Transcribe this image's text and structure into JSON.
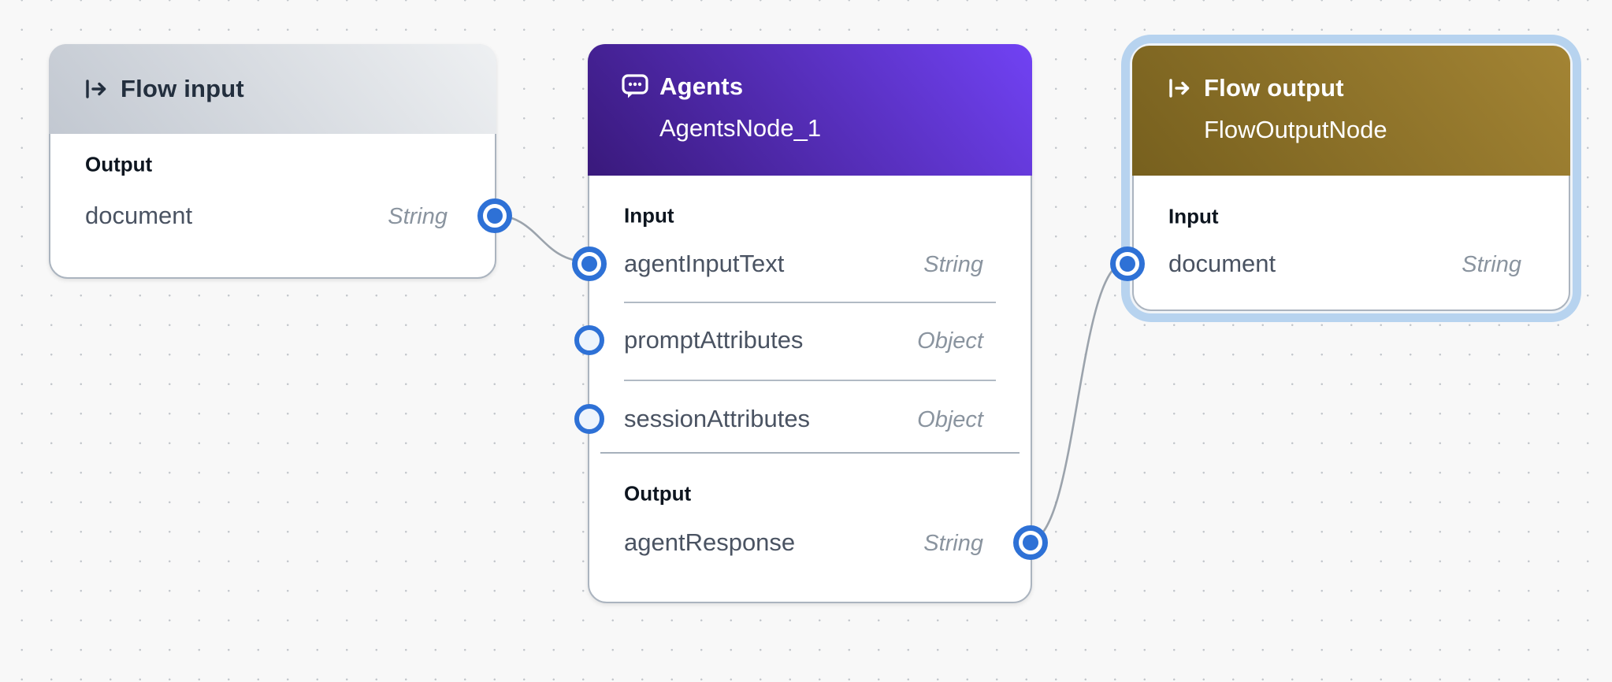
{
  "canvas": {
    "background_color": "#f8f8f8",
    "dot_color": "#c3c7cc",
    "connector_color": "#9ba3ac",
    "port_color": "#2e71d6",
    "selection_ring_color": "#b7d3ef"
  },
  "nodes": [
    {
      "id": "flow-input",
      "title": "Flow input",
      "icon": "flow-input-icon",
      "selected": false,
      "header": {
        "gradient_from": "#c2c8d1",
        "gradient_to": "#eef0f2",
        "text_color": "#232f3e"
      },
      "sections": [
        {
          "label": "Output",
          "rows": [
            {
              "name": "document",
              "type": "String",
              "port_side": "right",
              "connected": true
            }
          ]
        }
      ]
    },
    {
      "id": "agents",
      "title": "Agents",
      "subtitle": "AgentsNode_1",
      "icon": "agents-chat-icon",
      "selected": false,
      "header": {
        "gradient_from": "#39197b",
        "gradient_to": "#7142f4",
        "text_color": "#ffffff"
      },
      "sections": [
        {
          "label": "Input",
          "rows": [
            {
              "name": "agentInputText",
              "type": "String",
              "port_side": "left",
              "connected": true
            },
            {
              "name": "promptAttributes",
              "type": "Object",
              "port_side": "left",
              "connected": false
            },
            {
              "name": "sessionAttributes",
              "type": "Object",
              "port_side": "left",
              "connected": false
            }
          ]
        },
        {
          "label": "Output",
          "rows": [
            {
              "name": "agentResponse",
              "type": "String",
              "port_side": "right",
              "connected": true
            }
          ]
        }
      ]
    },
    {
      "id": "flow-output",
      "title": "Flow output",
      "subtitle": "FlowOutputNode",
      "icon": "flow-output-icon",
      "selected": true,
      "header": {
        "gradient_from": "#77601e",
        "gradient_to": "#a38434",
        "text_color": "#ffffff"
      },
      "sections": [
        {
          "label": "Input",
          "rows": [
            {
              "name": "document",
              "type": "String",
              "port_side": "left",
              "connected": true
            }
          ]
        }
      ]
    }
  ],
  "connections": [
    {
      "from_node": "Flow input",
      "from_port": "document",
      "to_node": "AgentsNode_1",
      "to_port": "agentInputText"
    },
    {
      "from_node": "AgentsNode_1",
      "from_port": "agentResponse",
      "to_node": "FlowOutputNode",
      "to_port": "document"
    }
  ]
}
